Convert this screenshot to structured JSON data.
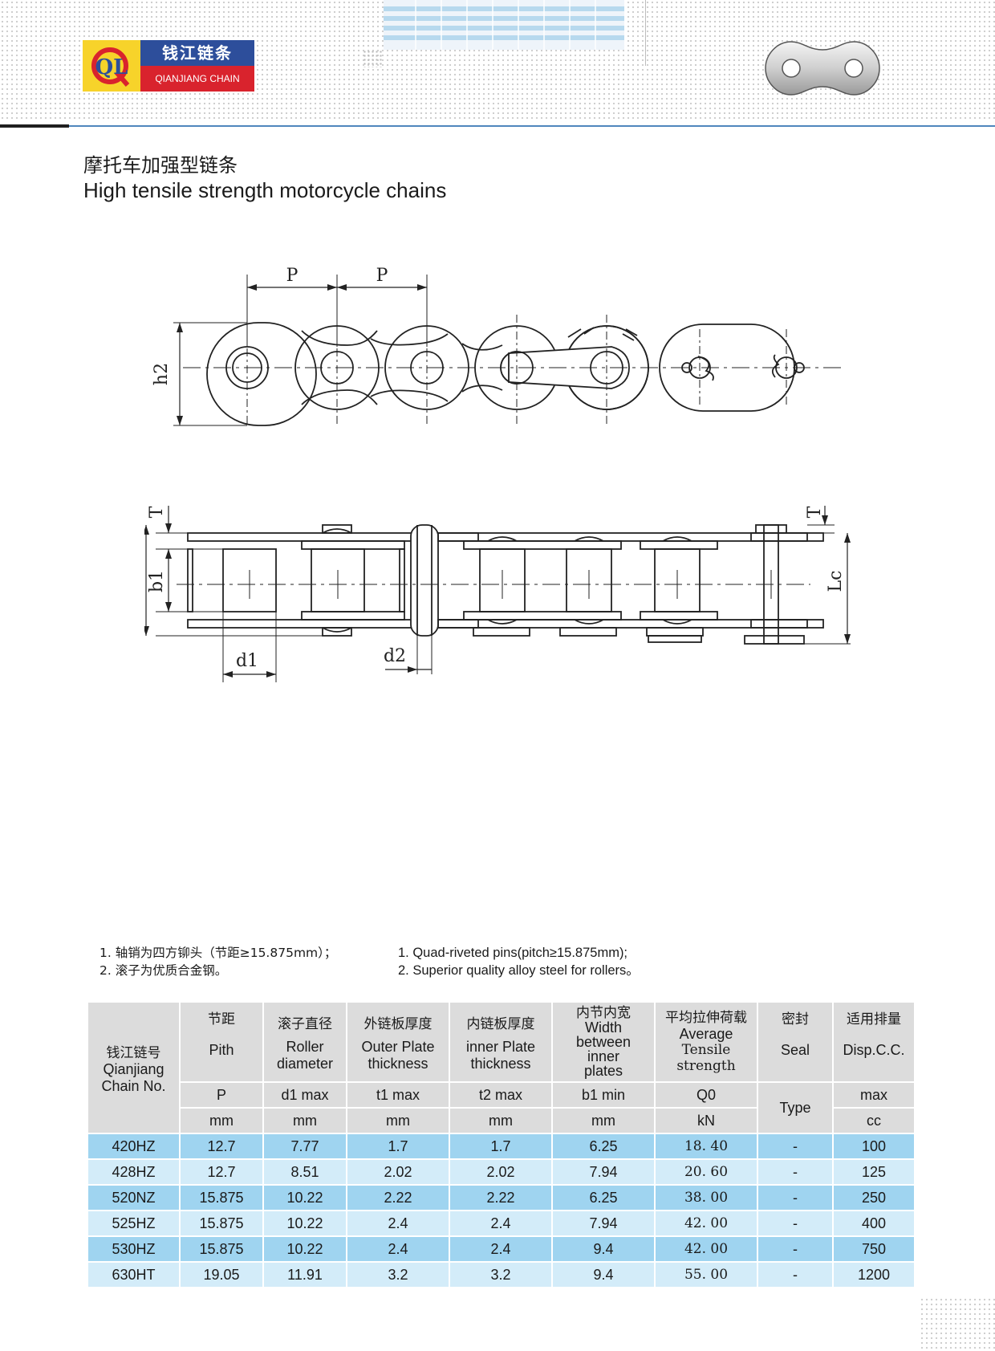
{
  "brand": {
    "logo_letters": "QL",
    "name_cn": "钱江链条",
    "name_en": "QIANJIANG CHAIN",
    "colors": {
      "yellow": "#f7d32a",
      "blue": "#2d4e9b",
      "red": "#d9232d"
    }
  },
  "title": {
    "cn": "摩托车加强型链条",
    "en": "High tensile strength motorcycle chains"
  },
  "drawing": {
    "labels": {
      "p1": "P",
      "p2": "P",
      "h2": "h2",
      "t_left": "T",
      "t_right": "T",
      "b1": "b1",
      "lc": "Lc",
      "d1": "d1",
      "d2": "d2"
    }
  },
  "notes": {
    "cn": [
      "1. 轴销为四方铆头（节距≥15.875mm）；",
      "2. 滚子为优质合金钢。"
    ],
    "en": [
      "1. Quad-riveted pins(pitch≥15.875mm);",
      "2. Superior quality alloy steel for rollers。"
    ]
  },
  "table": {
    "columns": [
      {
        "cn": "钱江链号",
        "en": [
          "Qianjiang",
          "Chain No."
        ]
      },
      {
        "cn": "节距",
        "en": [
          "Pith"
        ],
        "symbol": "P",
        "unit": "mm"
      },
      {
        "cn": "滚子直径",
        "en": [
          "Roller",
          "diameter"
        ],
        "symbol": "d1 max",
        "unit": "mm"
      },
      {
        "cn": "外链板厚度",
        "en": [
          "Outer Plate",
          "thickness"
        ],
        "symbol": "t1 max",
        "unit": "mm"
      },
      {
        "cn": "内链板厚度",
        "en": [
          "inner Plate",
          "thickness"
        ],
        "symbol": "t2 max",
        "unit": "mm"
      },
      {
        "cn": "内节内宽",
        "en": [
          "Width",
          "between",
          "inner",
          "plates"
        ],
        "symbol": "b1 min",
        "unit": "mm"
      },
      {
        "cn": "平均拉伸荷载",
        "en": [
          "Average",
          "Tensile",
          "strength"
        ],
        "symbol": "Q0",
        "unit": "kN"
      },
      {
        "cn": "密封",
        "en": [
          "Seal"
        ],
        "symbol": "Type"
      },
      {
        "cn": "适用排量",
        "en": [
          "Disp.C.C."
        ],
        "symbol": "max",
        "unit": "cc"
      }
    ],
    "rows": [
      [
        "420HZ",
        "12.7",
        "7.77",
        "1.7",
        "1.7",
        "6.25",
        "18. 40",
        "-",
        "100"
      ],
      [
        "428HZ",
        "12.7",
        "8.51",
        "2.02",
        "2.02",
        "7.94",
        "20. 60",
        "-",
        "125"
      ],
      [
        "520NZ",
        "15.875",
        "10.22",
        "2.22",
        "2.22",
        "6.25",
        "38. 00",
        "-",
        "250"
      ],
      [
        "525HZ",
        "15.875",
        "10.22",
        "2.4",
        "2.4",
        "7.94",
        "42. 00",
        "-",
        "400"
      ],
      [
        "530HZ",
        "15.875",
        "10.22",
        "2.4",
        "2.4",
        "9.4",
        "42. 00",
        "-",
        "750"
      ],
      [
        "630HT",
        "19.05",
        "11.91",
        "3.2",
        "3.2",
        "9.4",
        "55. 00",
        "-",
        "1200"
      ]
    ],
    "row_colors": {
      "dark": "#9fd4f0",
      "light": "#d3ecf9"
    }
  }
}
